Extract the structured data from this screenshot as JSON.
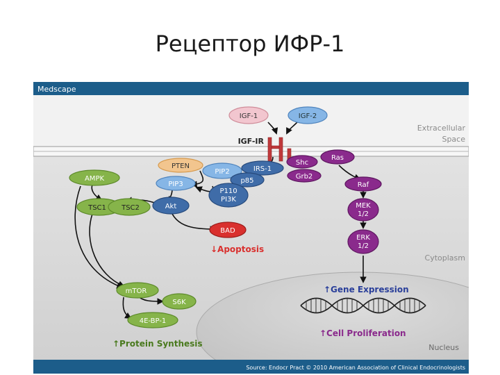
{
  "slide": {
    "title": "Рецептор ИФР-1"
  },
  "figure": {
    "brand": "Medscape",
    "source": "Source: Endocr Pract © 2010 American Association of Clinical Endocrinologists",
    "regions": {
      "extracellular_1": "Extracellular",
      "extracellular_2": "Space",
      "cytoplasm": "Cytoplasm",
      "nucleus": "Nucleus"
    },
    "nodes": {
      "igf1": "IGF-1",
      "igf2": "IGF-2",
      "igf1r": "IGF-IR",
      "pten": "PTEN",
      "pip2": "PIP2",
      "pip3": "PIP3",
      "irs1": "IRS-1",
      "p85": "p85",
      "p110_1": "P110",
      "p110_2": "PI3K",
      "shc": "Shc",
      "grb2": "Grb2",
      "ras": "Ras",
      "raf": "Raf",
      "mek_1": "MEK",
      "mek_2": "1/2",
      "erk_1": "ERK",
      "erk_2": "1/2",
      "ampk": "AMPK",
      "tsc1": "TSC1",
      "tsc2": "TSC2",
      "akt": "Akt",
      "bad": "BAD",
      "mtor": "mTOR",
      "s6k": "S6K",
      "ebp": "4E-BP-1"
    },
    "outcomes": {
      "apoptosis": "↓Apoptosis",
      "gene_expression": "↑Gene Expression",
      "cell_proliferation": "↑Cell Proliferation",
      "protein_synthesis": "↑Protein Synthesis"
    },
    "colors": {
      "header_bar": "#1c5d8a",
      "pink_node": "#f2c6cf",
      "blue_node": "#86b6e6",
      "navy_node": "#3f6ca8",
      "purple_node": "#8a2a8c",
      "green_node": "#86b44a",
      "red_node": "#d9302e",
      "orange_node": "#f2c58e",
      "receptor": "#c0393b",
      "outcome_text": "#2a3f9a"
    }
  }
}
